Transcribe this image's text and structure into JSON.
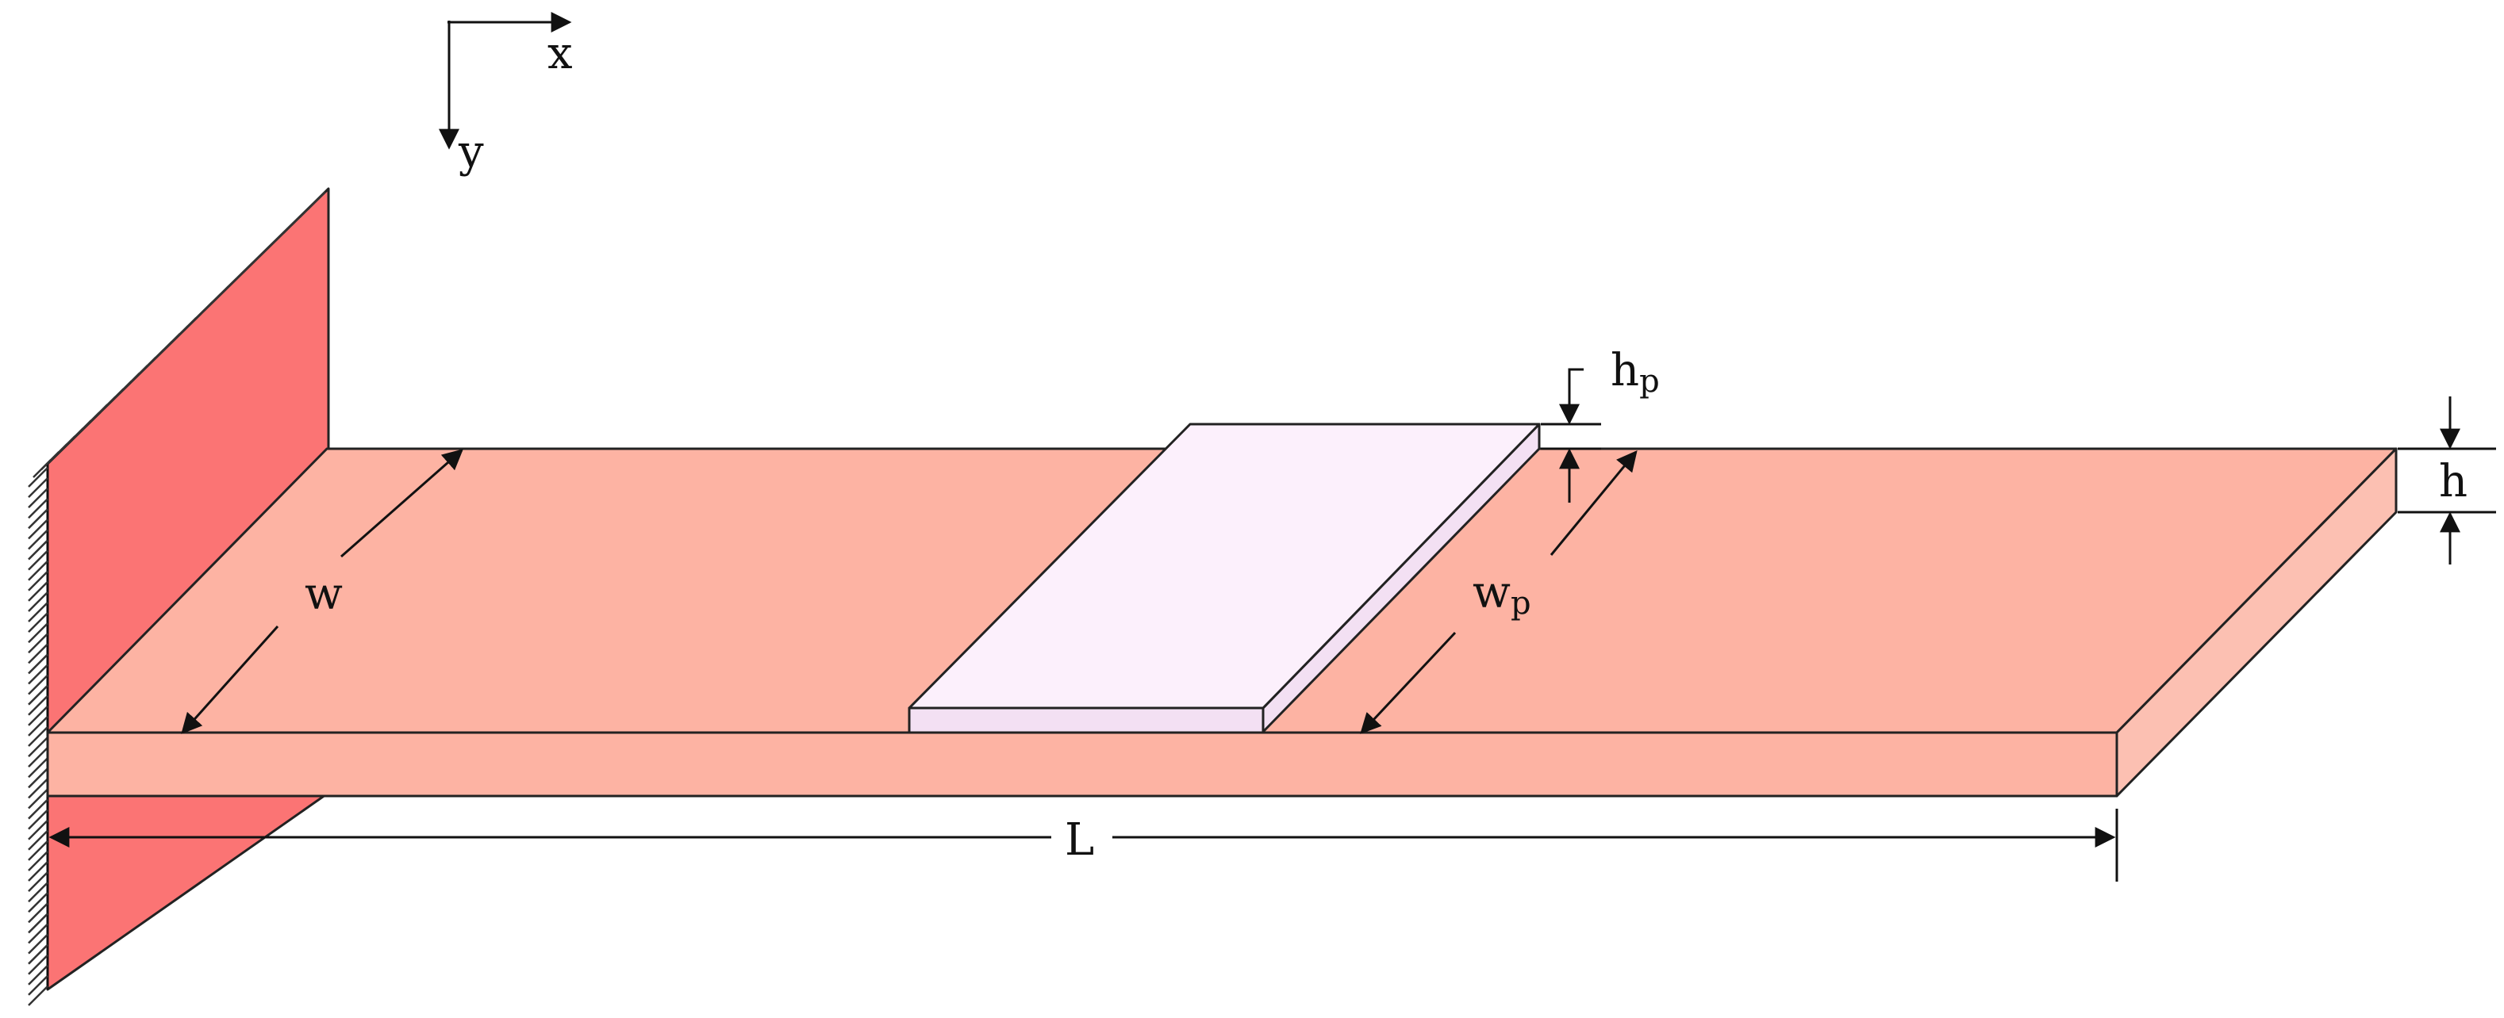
{
  "axes": {
    "x_label": "x",
    "y_label": "y"
  },
  "dimensions": {
    "length_label": "L",
    "width_label": "w",
    "thickness_label": "h",
    "patch_width_label": "w",
    "patch_width_subscript": "p",
    "patch_thickness_label": "h",
    "patch_thickness_subscript": "p"
  },
  "colors": {
    "wall_face": "#fb7474",
    "beam_top": "#fdb3a3",
    "beam_front": "#fdb3a3",
    "beam_end": "#fcc0b2",
    "patch_top": "#fcf0fc",
    "patch_side": "#f3e0f3"
  }
}
